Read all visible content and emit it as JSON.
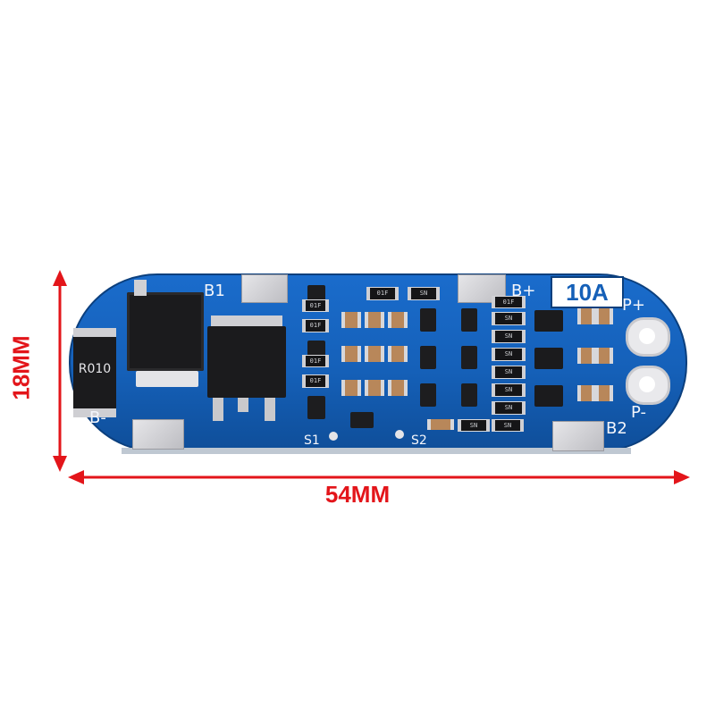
{
  "dimensions": {
    "height_label": "18MM",
    "width_label": "54MM"
  },
  "board": {
    "current_rating": "10A",
    "labels": {
      "b1": "B1",
      "b_plus": "B+",
      "p_plus": "P+",
      "b_minus": "B-",
      "p_minus": "P-",
      "b2": "B2",
      "s1": "S1",
      "s2": "S2"
    },
    "shunt_resistor": "R010",
    "resistor_codes": [
      "01F",
      "SN",
      "SN",
      "SN",
      "01F",
      "SN",
      "SN",
      "SN",
      "01F",
      "SN",
      "SN",
      "SN",
      "01F",
      "01F",
      "01F"
    ]
  },
  "colors": {
    "dimension_arrow": "#e3151a",
    "pcb": "#1560b8",
    "background": "#ffffff"
  }
}
